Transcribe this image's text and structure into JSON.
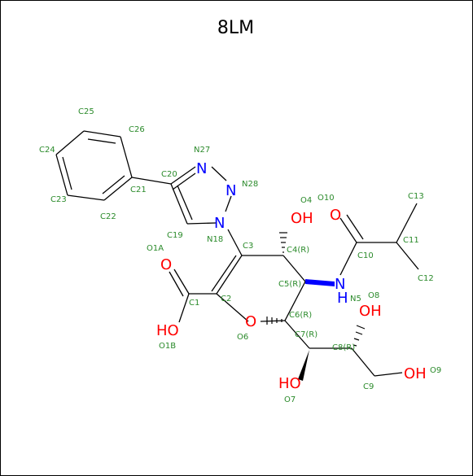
{
  "title": "8LM",
  "colors": {
    "carbon_label": "#2a8a2a",
    "oxygen": "#ff0000",
    "nitrogen": "#0000ff",
    "bond": "#000000"
  },
  "atom_labels": {
    "C25": "C25",
    "C26": "C26",
    "C24": "C24",
    "C23": "C23",
    "C22": "C22",
    "C21": "C21",
    "C20": "C20",
    "N27": "N27",
    "N28": "N28",
    "N18": "N18",
    "C19": "C19",
    "O4": "O4",
    "O10": "O10",
    "C13": "C13",
    "C11": "C11",
    "C12": "C12",
    "C10": "C10",
    "C3": "C3",
    "C4R": "C4(R)",
    "C5R": "C5(R)",
    "N5": "N5",
    "O8": "O8",
    "O1A": "O1A",
    "C1": "C1",
    "C2": "C2",
    "O1B": "O1B",
    "O6": "O6",
    "C6R": "C6(R)",
    "C7R": "C7(R)",
    "C8R": "C8(R)",
    "C9": "C9",
    "O9": "O9",
    "O7": "O7"
  },
  "heteroatoms": {
    "N_top": "N",
    "N_right": "N",
    "N_ring": "N",
    "OH_O4": "OH",
    "O_amide": "O",
    "N_amide": "N",
    "H_amide": "H",
    "O_acid": "O",
    "HO_acid": "HO",
    "O_ring": "O",
    "OH_O8": "OH",
    "HO_O7": "HO",
    "OH_O9": "OH"
  }
}
